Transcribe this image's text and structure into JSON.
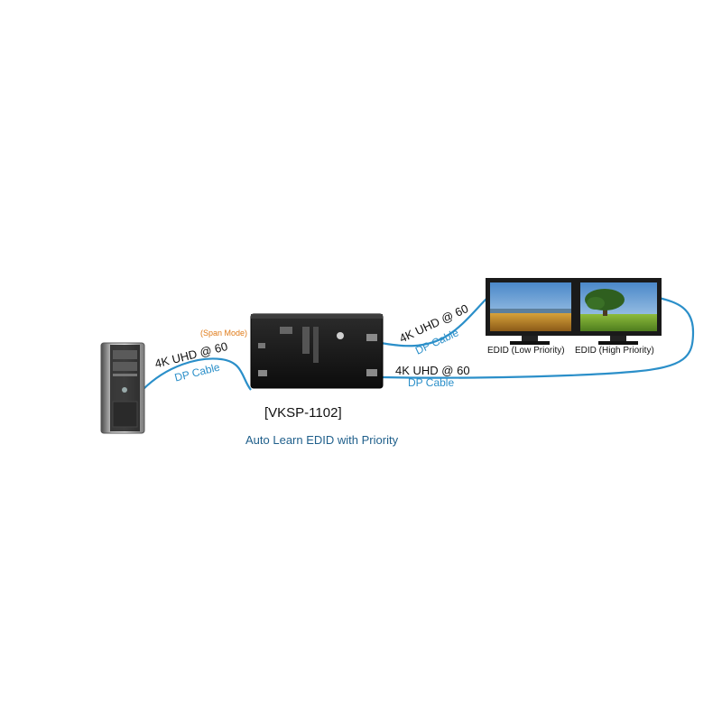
{
  "source": {
    "icon": "pc-tower-icon"
  },
  "splitter": {
    "icon": "video-splitter-icon",
    "model": "[VKSP-1102]",
    "mode_label": "(Span Mode)",
    "feature_label": "Auto Learn EDID with Priority"
  },
  "links": [
    {
      "speed": "4K UHD @ 60",
      "cable": "DP Cable"
    },
    {
      "speed": "4K UHD @ 60",
      "cable": "DP Cable"
    },
    {
      "speed": "4K UHD @ 60",
      "cable": "DP Cable"
    }
  ],
  "monitors": [
    {
      "icon": "monitor-icon",
      "label": "EDID (Low Priority)"
    },
    {
      "icon": "monitor-icon",
      "label": "EDID (High Priority)"
    }
  ],
  "colors": {
    "cable": "#2b8fc9",
    "feature_text": "#1f5f8b",
    "mode_text": "#e07b18"
  }
}
